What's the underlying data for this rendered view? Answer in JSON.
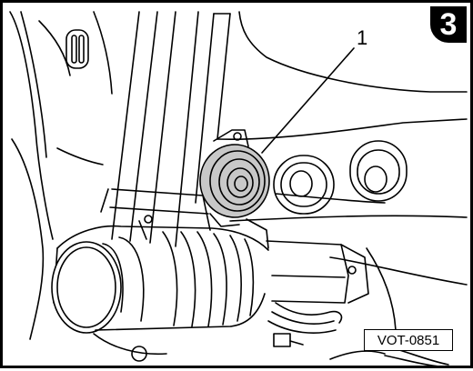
{
  "figure": {
    "step_number": "3",
    "callout_label": "1",
    "reference_code": "VOT-0851"
  },
  "colors": {
    "ink": "#000000",
    "shade": "#c8c8c8",
    "background": "#ffffff"
  }
}
